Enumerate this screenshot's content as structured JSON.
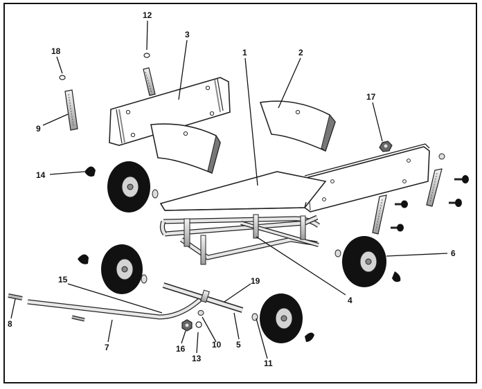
{
  "diagram": {
    "labels": [
      "1",
      "2",
      "3",
      "4",
      "5",
      "6",
      "7",
      "8",
      "9",
      "10",
      "11",
      "12",
      "13",
      "14",
      "15",
      "16",
      "17",
      "18",
      "19"
    ]
  },
  "colors": {
    "line": "#222222",
    "panel": "#ffffff",
    "tire": "#111111",
    "hub": "#cfcfcf",
    "rail": "#9a9a9a"
  }
}
